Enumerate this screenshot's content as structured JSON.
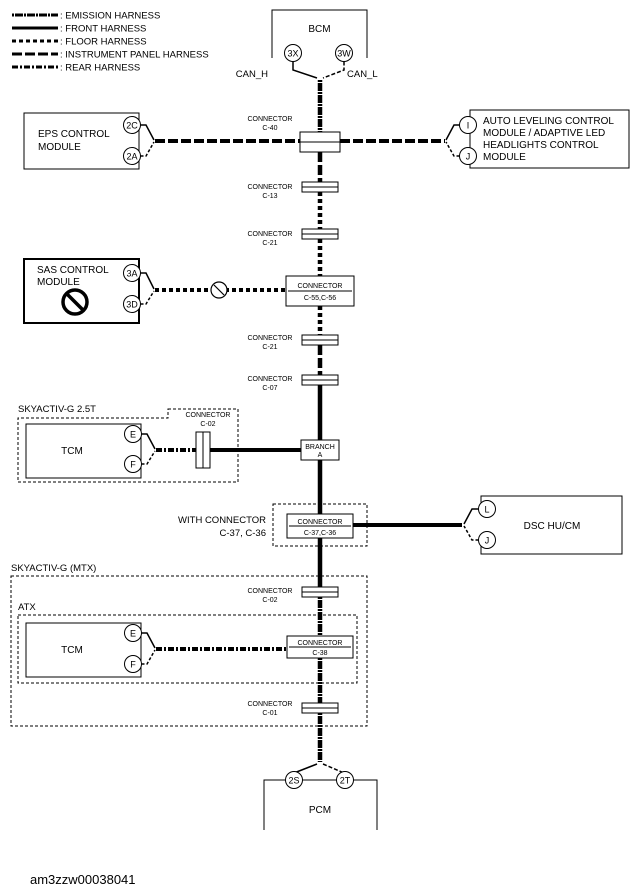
{
  "legend": [
    {
      "label": ": EMISSION HARNESS"
    },
    {
      "label": ": FRONT HARNESS"
    },
    {
      "label": ": FLOOR HARNESS"
    },
    {
      "label": ": INSTRUMENT PANEL HARNESS"
    },
    {
      "label": ": REAR HARNESS"
    }
  ],
  "bcm": {
    "name": "BCM",
    "pin_h": "3X",
    "pin_l": "3W",
    "can_h": "CAN_H",
    "can_l": "CAN_L"
  },
  "eps": {
    "line1": "EPS CONTROL",
    "line2": "MODULE",
    "pin1": "2C",
    "pin2": "2A"
  },
  "alc": {
    "line1": "AUTO LEVELING CONTROL",
    "line2": "MODULE / ADAPTIVE LED",
    "line3": "HEADLIGHTS CONTROL",
    "line4": "MODULE",
    "pin1": "I",
    "pin2": "J"
  },
  "sas": {
    "line1": "SAS CONTROL",
    "line2": "MODULE",
    "pin1": "3A",
    "pin2": "3D"
  },
  "connectors": {
    "word": "CONNECTOR",
    "c40": "C-40",
    "c13": "C-13",
    "c21": "C-21",
    "c55": "C-55,C-56",
    "c07": "C-07",
    "c02": "C-02",
    "c37": "C-37,C-36",
    "c38": "C-38",
    "c01": "C-01"
  },
  "branch": {
    "line1": "BRANCH",
    "line2": "A"
  },
  "tcm_25": {
    "group": "SKYACTIV-G 2.5T",
    "name": "TCM",
    "pin1": "E",
    "pin2": "F"
  },
  "with_connector": {
    "line1": "WITH CONNECTOR",
    "line2": "C-37, C-36"
  },
  "dsc": {
    "name": "DSC HU/CM",
    "pin1": "L",
    "pin2": "J"
  },
  "mtx": {
    "group": "SKYACTIV-G (MTX)"
  },
  "atx": {
    "group": "ATX",
    "name": "TCM",
    "pin1": "E",
    "pin2": "F"
  },
  "pcm": {
    "name": "PCM",
    "pin1": "2S",
    "pin2": "2T"
  },
  "figure_id": "am3zzw00038041"
}
